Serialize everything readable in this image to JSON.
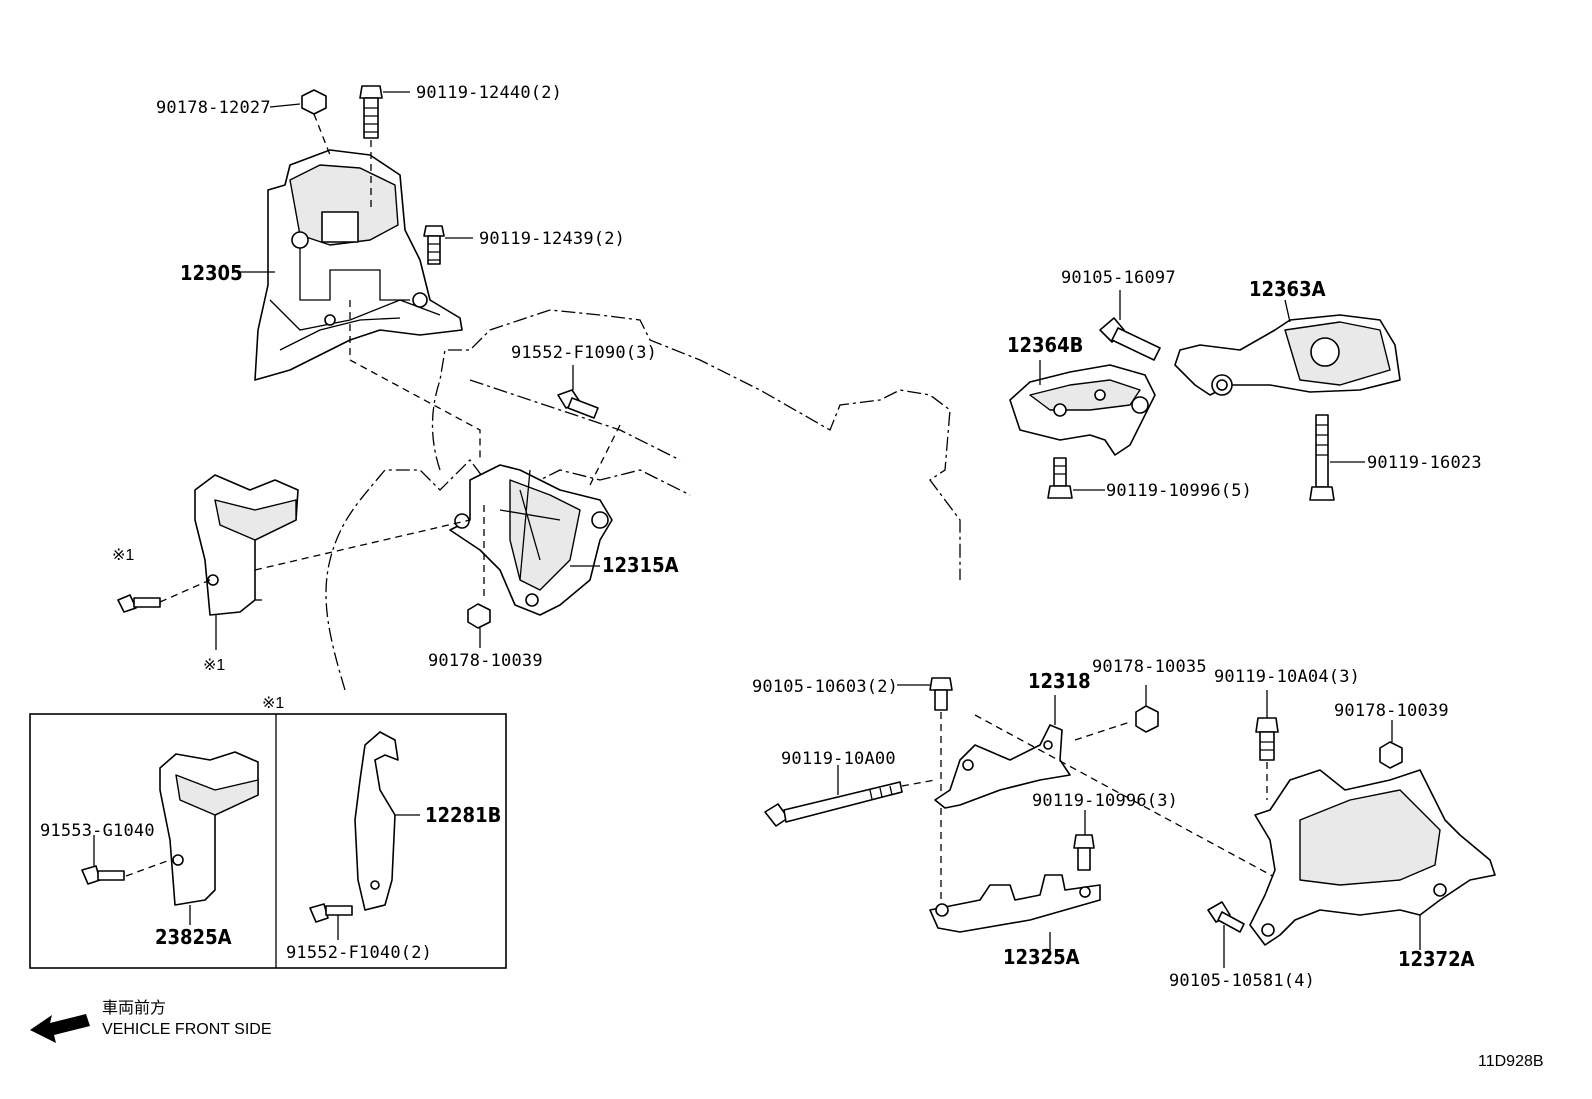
{
  "labels": {
    "l_90178_12027": "90178-12027",
    "l_90119_12440": "90119-12440(2)",
    "l_90119_12439": "90119-12439(2)",
    "l_12305": "12305",
    "l_91552_F1090": "91552-F1090(3)",
    "l_12315A": "12315A",
    "l_90178_10039_a": "90178-10039",
    "l_ref1_a": "※1",
    "l_ref1_b": "※1",
    "l_ref1_c": "※1",
    "l_91553_G1040": "91553-G1040",
    "l_23825A": "23825A",
    "l_12281B": "12281B",
    "l_91552_F1040": "91552-F1040(2)",
    "l_90105_16097": "90105-16097",
    "l_12363A": "12363A",
    "l_12364B": "12364B",
    "l_90119_10996_5": "90119-10996(5)",
    "l_90119_16023": "90119-16023",
    "l_90105_10603": "90105-10603(2)",
    "l_12318": "12318",
    "l_90178_10035": "90178-10035",
    "l_90119_10A04": "90119-10A04(3)",
    "l_90178_10039_b": "90178-10039",
    "l_90119_10A00": "90119-10A00",
    "l_90119_10996_3": "90119-10996(3)",
    "l_12325A": "12325A",
    "l_90105_10581": "90105-10581(4)",
    "l_12372A": "12372A"
  },
  "legend": {
    "jp": "車両前方",
    "en": "VEHICLE FRONT SIDE",
    "arrow_icon": "arrow-left-icon"
  },
  "diagram_code": "11D928B"
}
